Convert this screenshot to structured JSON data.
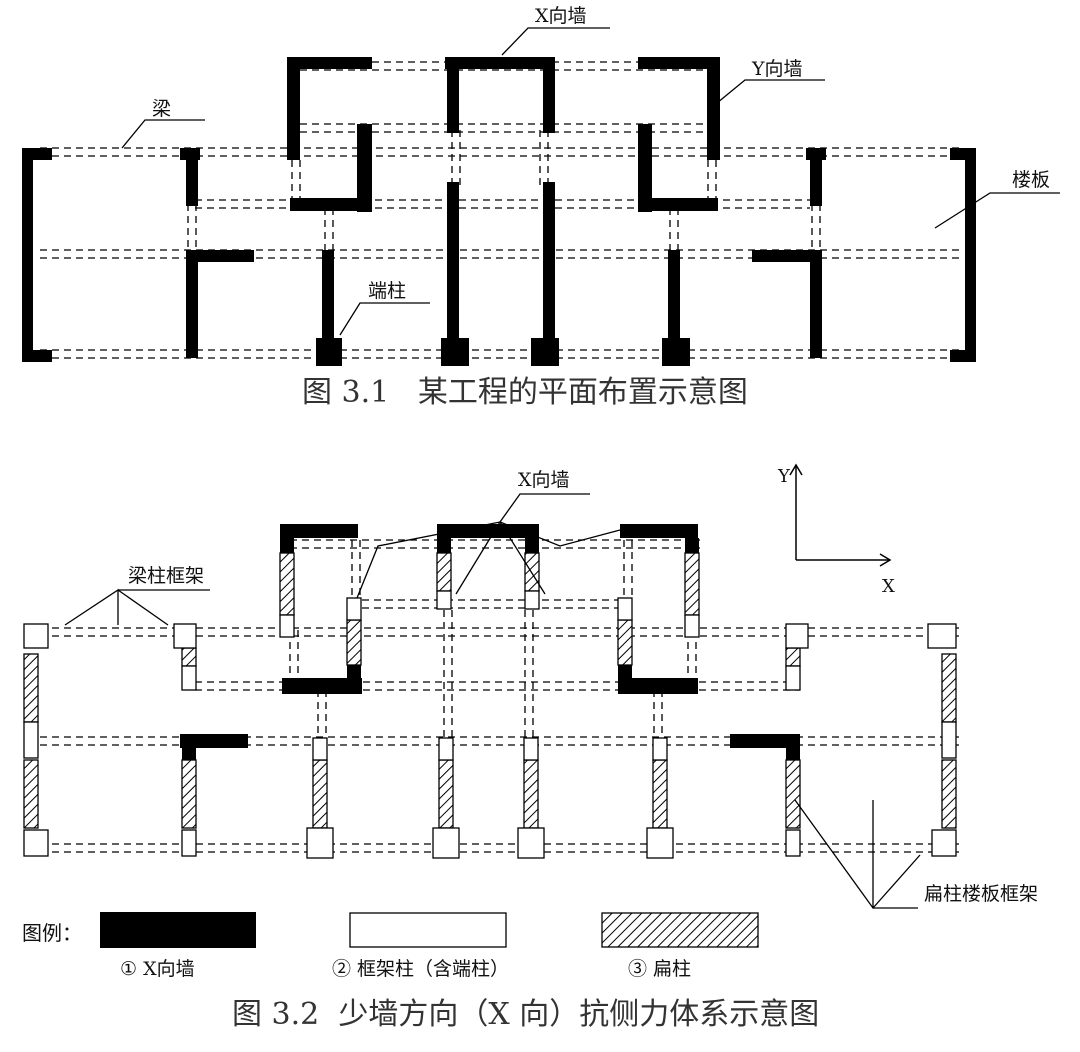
{
  "figure1": {
    "caption": "图 3.1   某工程的平面布置示意图",
    "labels": {
      "x_wall": "X向墙",
      "y_wall": "Y向墙",
      "beam": "梁",
      "slab": "楼板",
      "end_column": "端柱"
    }
  },
  "figure2": {
    "caption": "图 3.2  少墙方向（X 向）抗侧力体系示意图",
    "labels": {
      "x_wall": "X向墙",
      "beam_column_frame": "梁柱框架",
      "flat_column_slab_frame": "扁柱楼板框架",
      "axis_y": "Y",
      "axis_x": "X"
    },
    "legend": {
      "title": "图例：",
      "items": [
        {
          "label": "① X向墙",
          "style": "solid-black"
        },
        {
          "label": "② 框架柱（含端柱）",
          "style": "white-outline"
        },
        {
          "label": "③ 扁柱",
          "style": "hatched"
        }
      ]
    }
  },
  "colors": {
    "ink": "#000000",
    "caption": "#333333",
    "background": "#ffffff"
  }
}
